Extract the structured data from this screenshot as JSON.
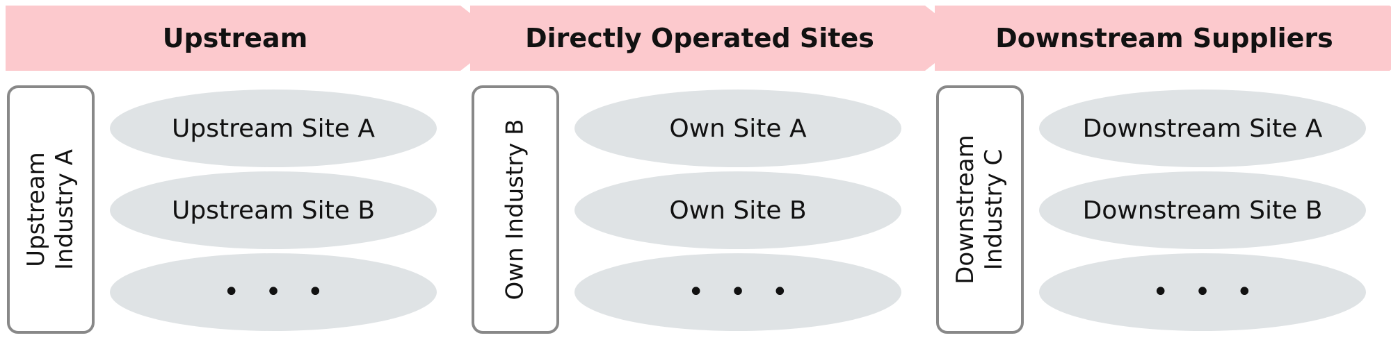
{
  "colors": {
    "banner": "#fcc9cd",
    "site_fill": "#dfe3e5",
    "box_border": "#888888",
    "text": "#111111"
  },
  "columns": [
    {
      "header": "Upstream",
      "industry": "Upstream\nIndustry A",
      "sites": [
        "Upstream Site A",
        "Upstream Site B",
        "• • •"
      ]
    },
    {
      "header": "Directly Operated Sites",
      "industry": "Own Industry B",
      "sites": [
        "Own Site A",
        "Own Site B",
        "• • •"
      ]
    },
    {
      "header": "Downstream Suppliers",
      "industry": "Downstream\nIndustry C",
      "sites": [
        "Downstream Site A",
        "Downstream Site B",
        "• • •"
      ]
    }
  ]
}
